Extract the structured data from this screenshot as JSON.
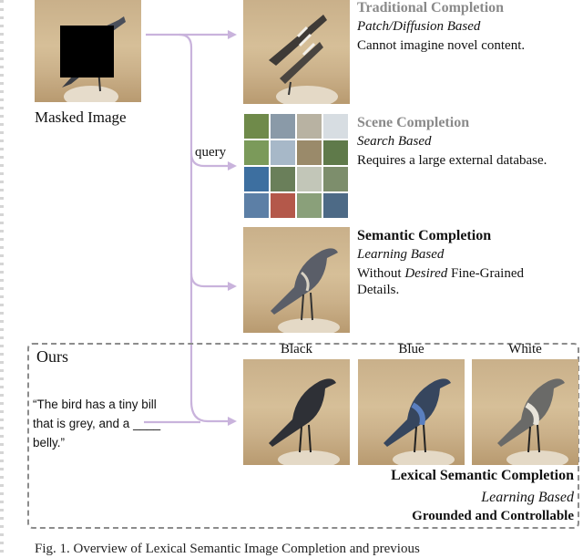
{
  "masked_label": "Masked Image",
  "query_label": "query",
  "methods": [
    {
      "title": "Traditional Completion",
      "subtitle": "Patch/Diffusion Based",
      "desc": "Cannot imagine novel content."
    },
    {
      "title": "Scene Completion",
      "subtitle": "Search Based",
      "desc": "Requires a large external database."
    },
    {
      "title": "Semantic Completion",
      "subtitle": "Learning Based",
      "desc_pre": "Without ",
      "desc_em": "Desired",
      "desc_post": " Fine-Grained Details."
    }
  ],
  "ours": {
    "label": "Ours",
    "prompt": "“The bird has a tiny bill that is grey, and a ____ belly.”",
    "colors": [
      "Black",
      "Blue",
      "White"
    ],
    "title": "Lexical Semantic Completion",
    "subtitle": "Learning Based",
    "tagline": "Grounded and Controllable"
  },
  "caption": "Fig. 1.   Overview of Lexical Semantic Image Completion and previous",
  "arrow_color": "#c9b3dc",
  "title_grey": "#8a8a8a"
}
